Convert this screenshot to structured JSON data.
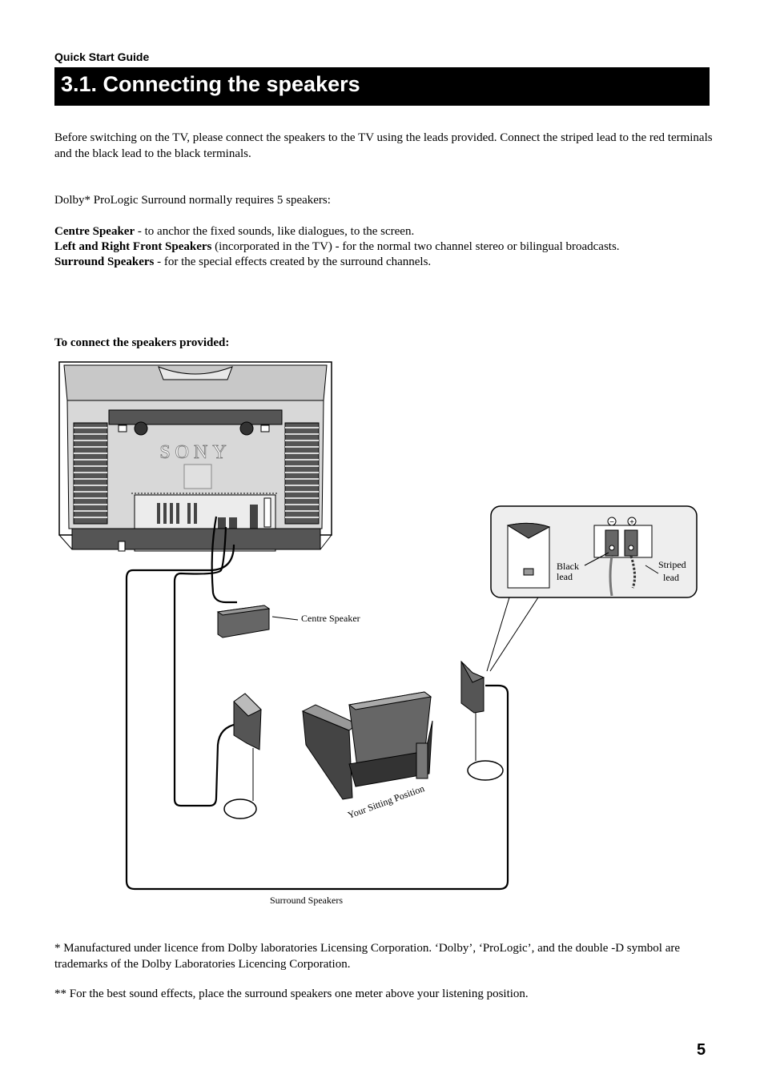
{
  "header": {
    "section_label": "Quick Start Guide",
    "title": "3.1. Connecting the speakers"
  },
  "intro": {
    "paragraph": "Before switching on the TV,  please connect the speakers to the TV using the leads provided. Connect the striped lead to the red terminals and the black lead to the black terminals.",
    "dolby_line": "Dolby* ProLogic Surround normally requires 5 speakers:"
  },
  "speaker_types": [
    {
      "name": "Centre Speaker",
      "description": " - to anchor the fixed sounds, like dialogues, to the screen."
    },
    {
      "name": "Left and Right Front Speakers",
      "description": " (incorporated in the TV) - for the normal two channel stereo or bilingual broadcasts."
    },
    {
      "name": "Surround Speakers",
      "description": " - for the special effects created by the surround channels."
    }
  ],
  "connect_heading": "To connect the speakers provided:",
  "diagram": {
    "brand_logo": "SONY",
    "centre_speaker_label": "Centre Speaker",
    "black_lead_label_1": "Black",
    "black_lead_label_2": "lead",
    "striped_lead_label_1": "Striped",
    "striped_lead_label_2": "lead",
    "minus_symbol": "−",
    "plus_symbol": "+",
    "sitting_position_label": "Your Sitting Position",
    "surround_speakers_label": "Surround Speakers"
  },
  "footnotes": {
    "note1": "* Manufactured under licence from Dolby laboratories Licensing Corporation. ‘Dolby’, ‘ProLogic’, and the double -D symbol are trademarks of the Dolby Laboratories Licencing Corporation.",
    "note2": "** For the best sound effects, place the surround speakers one meter above your listening position."
  },
  "page_number": "5"
}
